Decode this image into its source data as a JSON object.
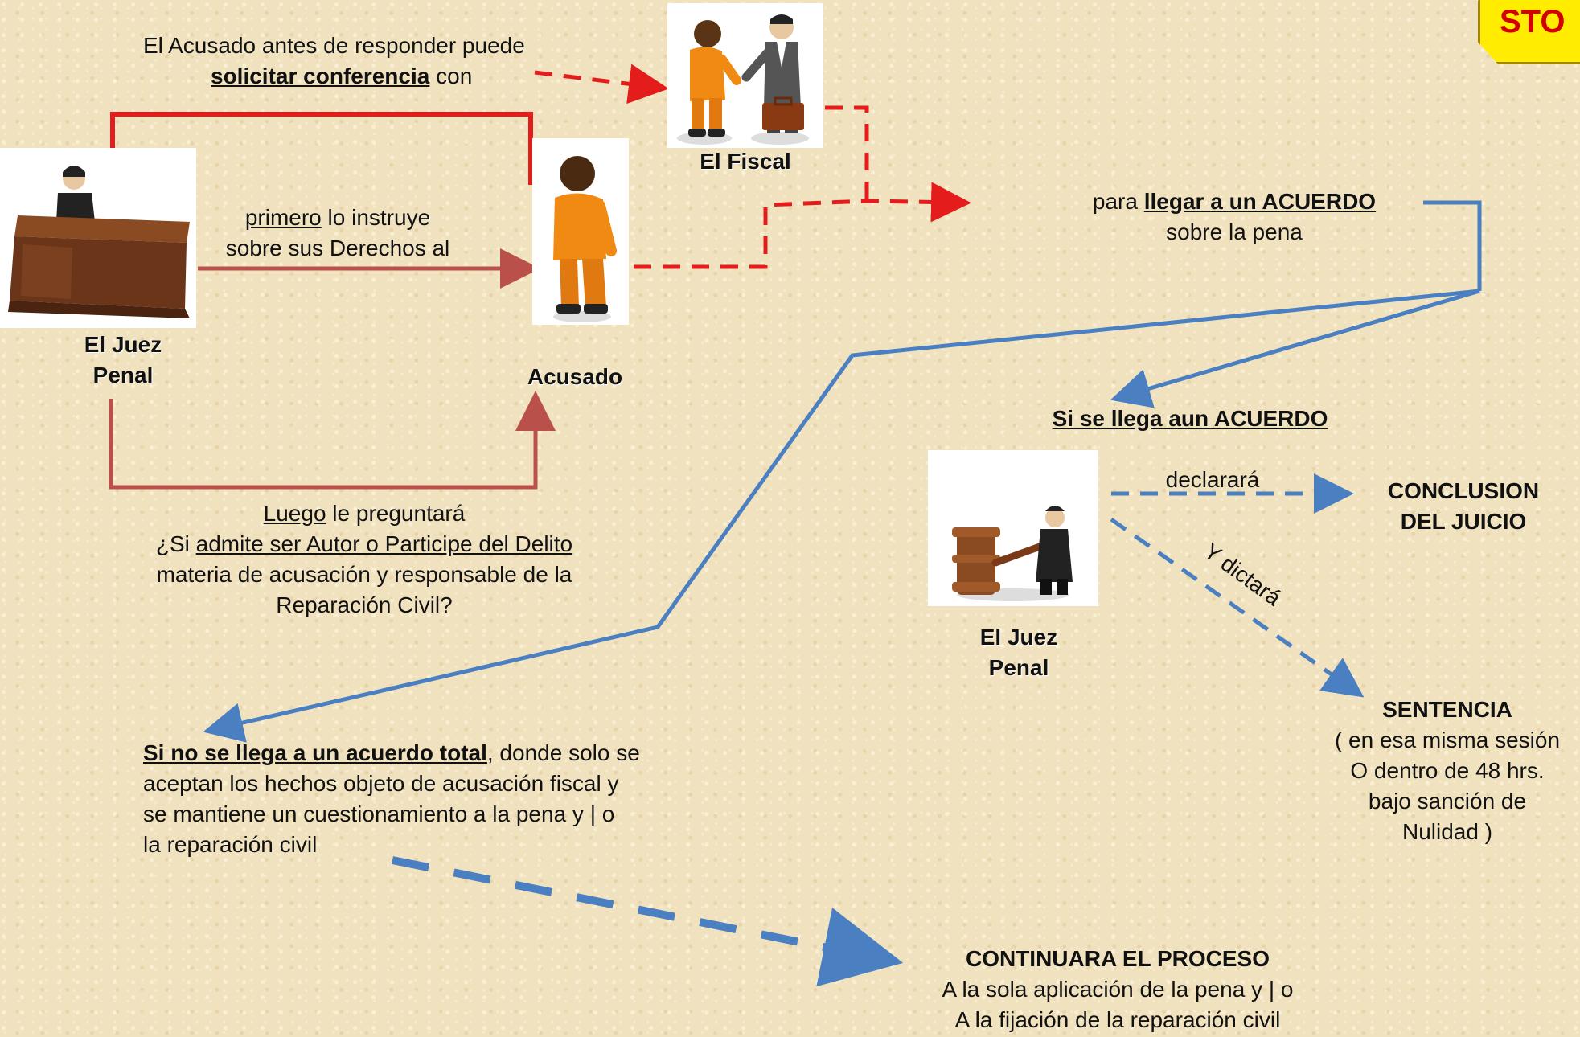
{
  "stop_sign": {
    "text": "STO"
  },
  "top_note": {
    "line1": "El Acusado antes de responder puede",
    "bold": "solicitar conferencia",
    "rest": " con"
  },
  "fiscal_label": "El  Fiscal",
  "juez_label": {
    "line1": "El Juez",
    "line2": "Penal"
  },
  "acusado_label": "Acusado",
  "instruye": {
    "primero": "primero",
    "rest1": " lo instruye",
    "line2": "sobre sus Derechos al"
  },
  "pregunta": {
    "luego": "Luego",
    "rest1": " le preguntará",
    "pre2": "¿Si ",
    "underline2": "admite ser Autor o Participe del Delito",
    "line3": "materia de acusación  y responsable de la",
    "line4": "Reparación Civil?"
  },
  "acuerdo": {
    "pre": "para ",
    "bold": "llegar a un ACUERDO",
    "line2": "sobre la pena"
  },
  "si_acuerdo": "Si se llega aun ACUERDO",
  "juez2_label": {
    "line1": "El Juez",
    "line2": "Penal"
  },
  "declarara": "declarará",
  "conclusion": {
    "line1": "CONCLUSION",
    "line2": "DEL JUICIO"
  },
  "y_dictara": "Y dictará",
  "sentencia": {
    "title": "SENTENCIA",
    "line1": "( en esa misma sesión",
    "line2": "O dentro de 48 hrs.",
    "line3": "bajo sanción de",
    "line4": "Nulidad )"
  },
  "no_acuerdo": {
    "bold": "Si no se llega a un acuerdo total",
    "rest1": ", donde solo se",
    "line2": "aceptan los hechos objeto  de  acusación fiscal  y",
    "line3": "se mantiene  un   cuestionamiento  a la pena y | o",
    "line4": "la reparación civil"
  },
  "continuara": {
    "title": "CONTINUARA EL PROCESO",
    "line1": "A la sola aplicación de la pena y | o",
    "line2": "A la fijación de la reparación civil"
  },
  "colors": {
    "red": "#e41c1c",
    "brown_red": "#b9504a",
    "blue": "#4a7fc1",
    "orange": "#e07a10"
  }
}
